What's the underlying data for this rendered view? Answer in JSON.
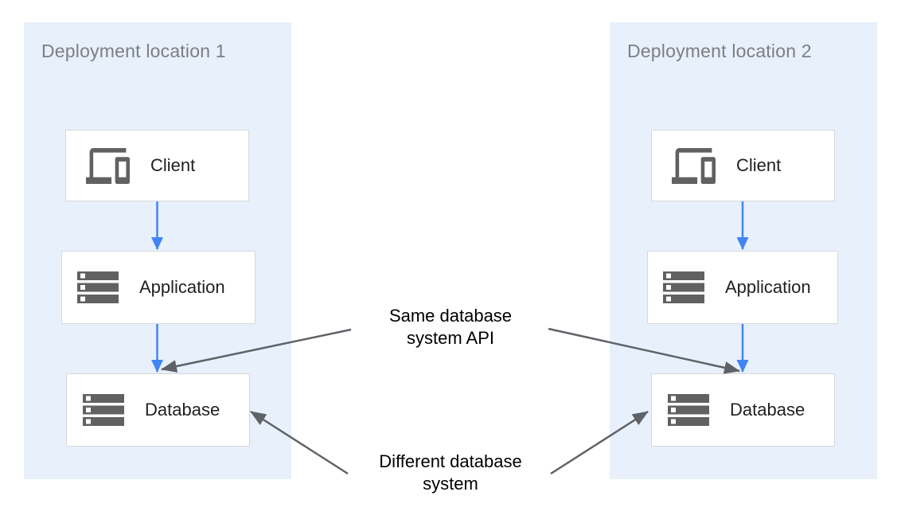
{
  "panels": [
    {
      "title": "Deployment location 1",
      "nodes": [
        {
          "label": "Client",
          "icon": "devices-icon"
        },
        {
          "label": "Application",
          "icon": "storage-icon"
        },
        {
          "label": "Database",
          "icon": "storage-icon"
        }
      ]
    },
    {
      "title": "Deployment location 2",
      "nodes": [
        {
          "label": "Client",
          "icon": "devices-icon"
        },
        {
          "label": "Application",
          "icon": "storage-icon"
        },
        {
          "label": "Database",
          "icon": "storage-icon"
        }
      ]
    }
  ],
  "annotations": [
    {
      "lines": [
        "Same database",
        "system API"
      ]
    },
    {
      "lines": [
        "Different database",
        "system"
      ]
    }
  ],
  "colors": {
    "panel_background": "#e8f0fb",
    "panel_title_gray": "#7c7f83",
    "node_border": "#d6d8da",
    "node_text": "#202124",
    "icon_gray": "#616161",
    "flow_arrow_blue": "#4285f4",
    "annotation_arrow_gray": "#5f6368",
    "annotation_text": "#000000"
  }
}
